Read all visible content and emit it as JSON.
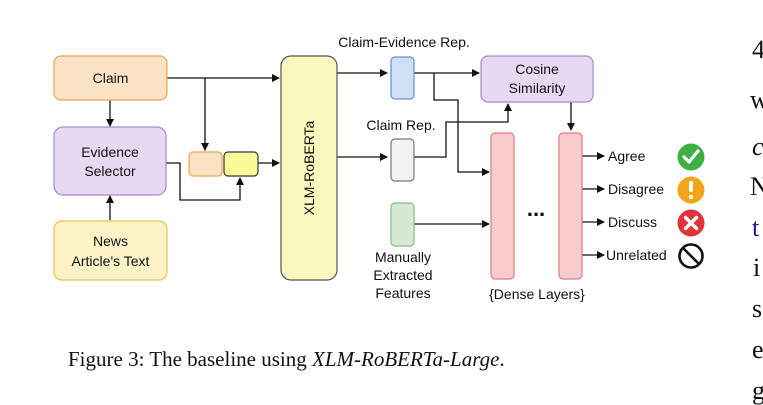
{
  "diagram": {
    "nodes": {
      "claim": "Claim",
      "evidence_selector_line1": "Evidence",
      "evidence_selector_line2": "Selector",
      "news_line1": "News",
      "news_line2": "Article's Text",
      "encoder": "XLM-RoBERTa",
      "cosine_line1": "Cosine",
      "cosine_line2": "Similarity"
    },
    "labels": {
      "claim_evidence_rep": "Claim-Evidence Rep.",
      "claim_rep": "Claim Rep.",
      "manual_line1": "Manually",
      "manual_line2": "Extracted",
      "manual_line3": "Features",
      "dense_layers": "{Dense Layers}",
      "ellipsis": "..."
    },
    "outputs": [
      {
        "label": "Agree",
        "icon": "check-circle-icon",
        "color": "#3cb043"
      },
      {
        "label": "Disagree",
        "icon": "exclamation-circle-icon",
        "color": "#f2a51a"
      },
      {
        "label": "Discuss",
        "icon": "x-circle-icon",
        "color": "#e0343b"
      },
      {
        "label": "Unrelated",
        "icon": "prohibited-icon",
        "color": "#111111"
      }
    ],
    "colors": {
      "claim": "#fde3c6",
      "evidence": "#e8d9f3",
      "news": "#fdf3c7",
      "encoder": "#fbf8bd",
      "blue_rep": "#cfe0f6",
      "gray_rep": "#f2f2f2",
      "green_rep": "#d5ead1",
      "dense": "#f8cccc"
    }
  },
  "caption": {
    "prefix": "Figure 3: The baseline using ",
    "model": "XLM-RoBERTa-Large",
    "suffix": "."
  },
  "side_text": {
    "line1": "4",
    "line2": "w",
    "line3": "c",
    "line4": "N",
    "line5": "t",
    "line6": "i",
    "line7": "s",
    "line8": "e",
    "line9": "g"
  }
}
